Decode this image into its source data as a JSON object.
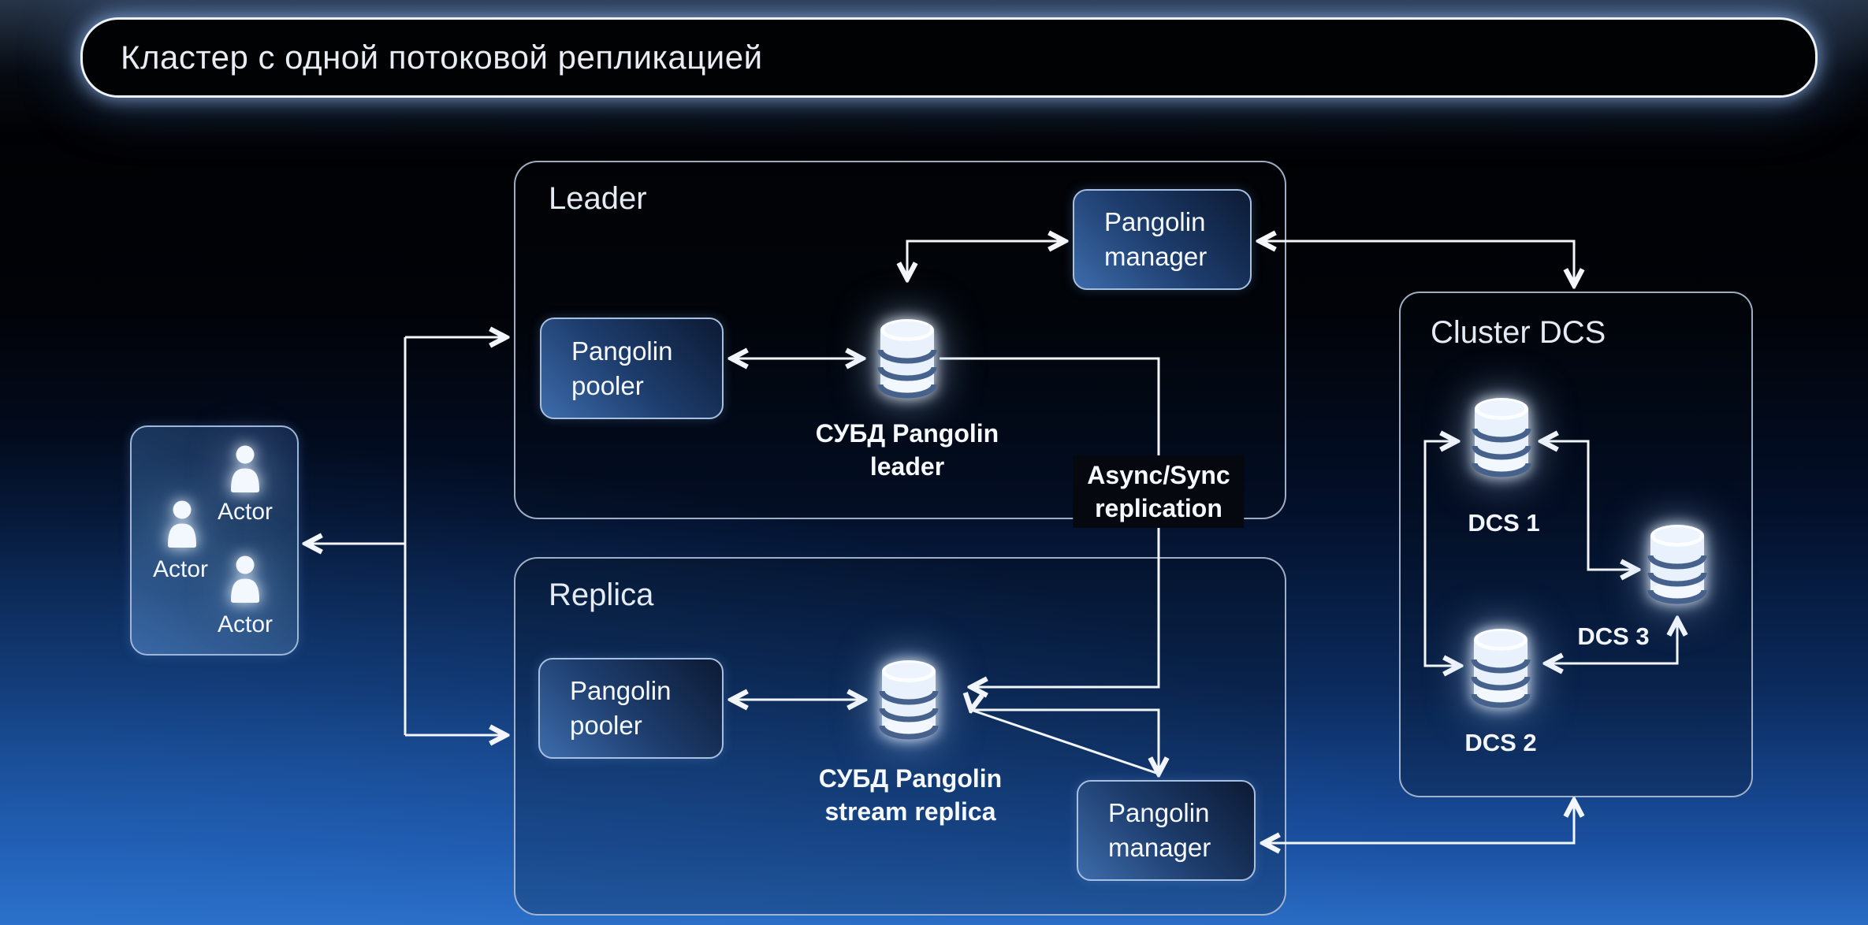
{
  "page": {
    "title": "Кластер с одной потоковой репликацией"
  },
  "leader": {
    "title": "Leader",
    "pooler": {
      "lines": [
        "Pangolin",
        "pooler"
      ]
    },
    "manager": {
      "lines": [
        "Pangolin",
        "manager"
      ]
    },
    "db_caption": {
      "lines": [
        "СУБД Pangolin",
        "leader"
      ]
    }
  },
  "replica": {
    "title": "Replica",
    "pooler": {
      "lines": [
        "Pangolin",
        "pooler"
      ]
    },
    "manager": {
      "lines": [
        "Pangolin",
        "manager"
      ]
    },
    "db_caption": {
      "lines": [
        "СУБД Pangolin",
        "stream replica"
      ]
    }
  },
  "replication_label": {
    "lines": [
      "Async/Sync",
      "replication"
    ]
  },
  "cluster_dcs": {
    "title": "Cluster DCS",
    "nodes": [
      {
        "label": "DCS 1"
      },
      {
        "label": "DCS 2"
      },
      {
        "label": "DCS 3"
      }
    ]
  },
  "actors": {
    "labels": [
      "Actor",
      "Actor",
      "Actor"
    ]
  },
  "colors": {
    "background_top": "#000000",
    "background_bottom": "#2a6cc4",
    "connector_line": "#f3f6fb",
    "node_border": "#a6c0e2",
    "node_gradient_dark": "#0c1a33",
    "node_gradient_light": "#3d6cab",
    "container_border": "#acbcd4",
    "title_bar_border": "#eef3fa",
    "db_icon_body": "#e9f1fd",
    "db_icon_groove": "#46618c"
  }
}
